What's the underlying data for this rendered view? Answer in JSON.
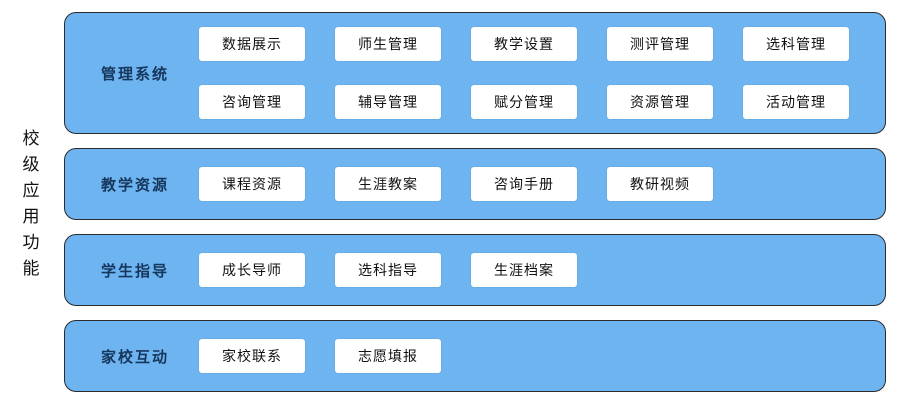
{
  "left_label": "校级应用功能",
  "colors": {
    "panel_bg": "#6db4f0",
    "panel_border": "#2b2b2b",
    "chip_bg": "#ffffff",
    "chip_text": "#111111",
    "label_color": "#16365c"
  },
  "groups": [
    {
      "label": "管理系统",
      "slug": "management-system",
      "rows": [
        [
          "数据展示",
          "师生管理",
          "教学设置",
          "测评管理",
          "选科管理"
        ],
        [
          "咨询管理",
          "辅导管理",
          "赋分管理",
          "资源管理",
          "活动管理"
        ]
      ]
    },
    {
      "label": "教学资源",
      "slug": "teaching-resources",
      "rows": [
        [
          "课程资源",
          "生涯教案",
          "咨询手册",
          "教研视频"
        ]
      ]
    },
    {
      "label": "学生指导",
      "slug": "student-guidance",
      "rows": [
        [
          "成长导师",
          "选科指导",
          "生涯档案"
        ]
      ]
    },
    {
      "label": "家校互动",
      "slug": "home-school-interaction",
      "rows": [
        [
          "家校联系",
          "志愿填报"
        ]
      ]
    }
  ]
}
